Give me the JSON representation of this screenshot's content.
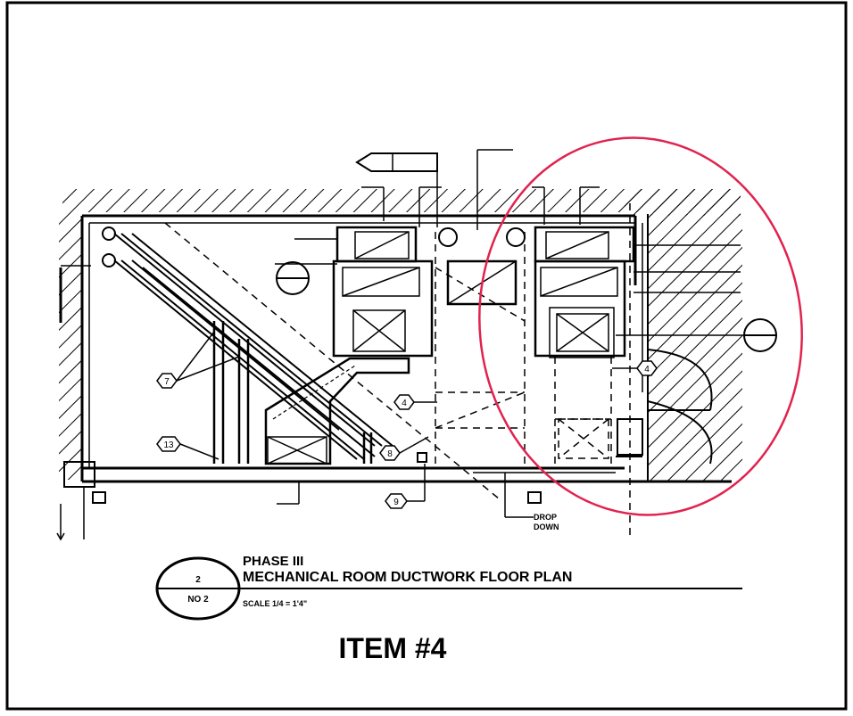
{
  "title_block": {
    "detail_number": "2",
    "sheet_number": "NO 2",
    "phase": "PHASE III",
    "title": "MECHANICAL ROOM DUCTWORK FLOOR PLAN",
    "scale": "SCALE 1/4 = 1'4\""
  },
  "item_label": "ITEM #4",
  "callouts": {
    "c7": "7",
    "c13": "13",
    "c4_left": "4",
    "c8": "8",
    "c9": "9",
    "c4_right": "4"
  },
  "notes": {
    "drop_line1": "DROP",
    "drop_line2": "DOWN"
  },
  "colors": {
    "ink": "#000000",
    "highlight": "#e0234e"
  }
}
